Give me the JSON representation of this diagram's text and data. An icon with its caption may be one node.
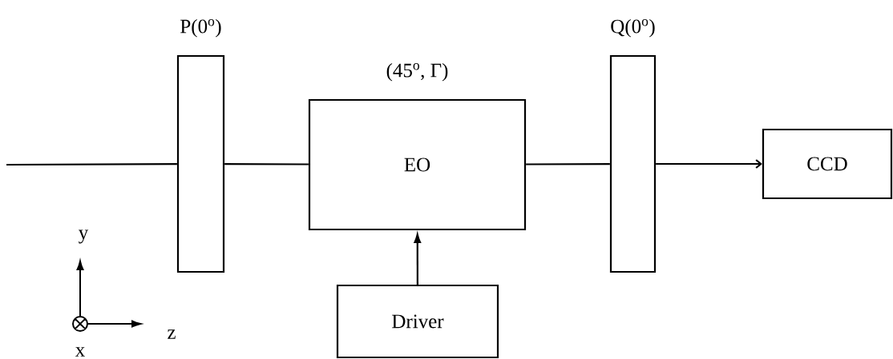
{
  "diagram": {
    "nodes": [
      {
        "text": [
          "P(0$^{o}$)"
        ]
      },
      {
        "text": [
          "(45$^{o}$, Γ)",
          "EO"
        ]
      },
      {
        "text": [
          "Q(0$^{o}$)"
        ]
      },
      {
        "text": [
          "CCD"
        ]
      },
      {
        "text": [
          "Driver"
        ]
      }
    ],
    "edges": [
      {
        "from": null,
        "to": 0,
        "arrow": "none"
      },
      {
        "from": 0,
        "to": 1,
        "arrow": "none"
      },
      {
        "from": 1,
        "to": 2,
        "arrow": "none"
      },
      {
        "from": 2,
        "to": 3,
        "arrow": "to"
      },
      {
        "from": 4,
        "to": 1,
        "arrow": "to"
      }
    ],
    "labels": [
      "y",
      "z",
      "x"
    ]
  }
}
